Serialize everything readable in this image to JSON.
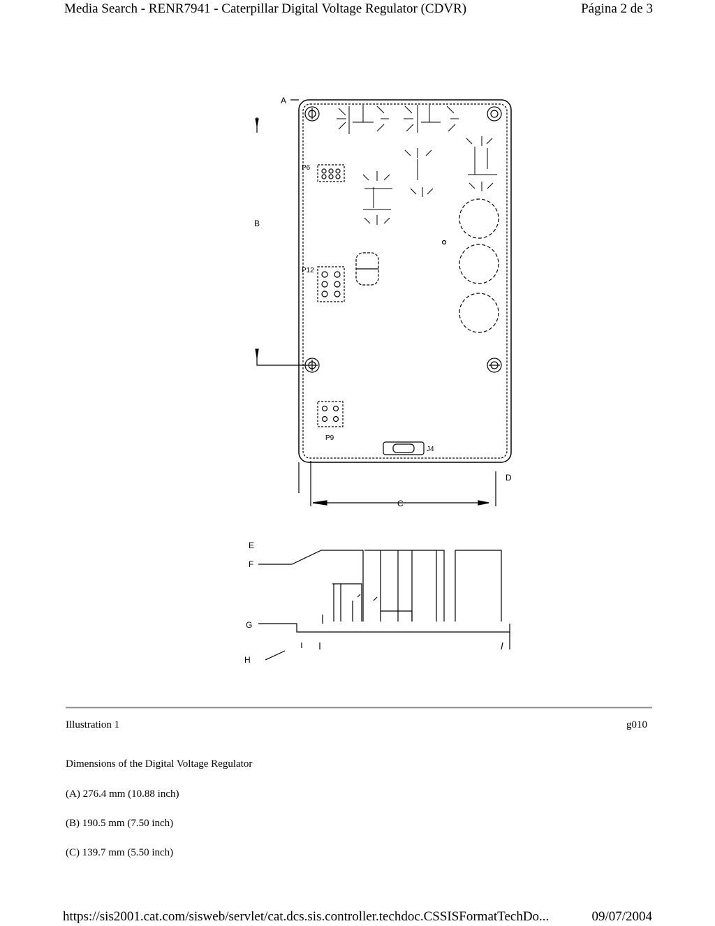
{
  "header": {
    "title": "Media Search - RENR7941 - Caterpillar Digital Voltage Regulator (CDVR)",
    "page": "Página 2 de 3"
  },
  "drawing": {
    "callouts": [
      "A",
      "B",
      "C",
      "D",
      "E",
      "F",
      "G",
      "H"
    ],
    "connectors": [
      "P6",
      "P12",
      "P9",
      "J4"
    ]
  },
  "caption": {
    "label": "Illustration 1",
    "code": "g010",
    "description": "Dimensions of the Digital Voltage Regulator",
    "dimensions": [
      "(A) 276.4 mm (10.88 inch)",
      "(B) 190.5 mm (7.50 inch)",
      "(C) 139.7 mm (5.50 inch)"
    ]
  },
  "footer": {
    "url": "https://sis2001.cat.com/sisweb/servlet/cat.dcs.sis.controller.techdoc.CSSISFormatTechDo...",
    "date": "09/07/2004"
  }
}
